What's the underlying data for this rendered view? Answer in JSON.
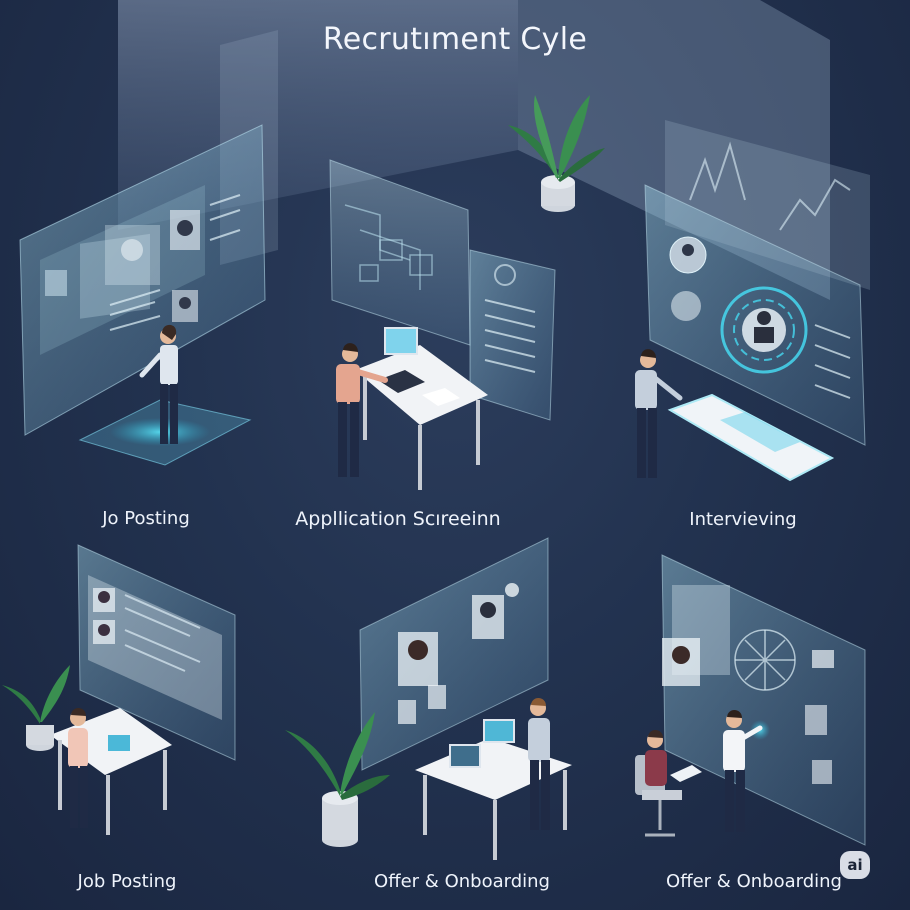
{
  "title": "Recrutıment Cyle",
  "captions": [
    "Jo Posting",
    "Appllication Scıreeinn",
    "Intervieving",
    "Job Posting",
    "Offer & Onboarding",
    "Offer & Onboarding"
  ],
  "badge": "ai",
  "colors": {
    "background": "#22324f",
    "panel_glass": "#9fd8ec",
    "accent_cyan": "#46d8f0",
    "text": "#eef3fb"
  }
}
